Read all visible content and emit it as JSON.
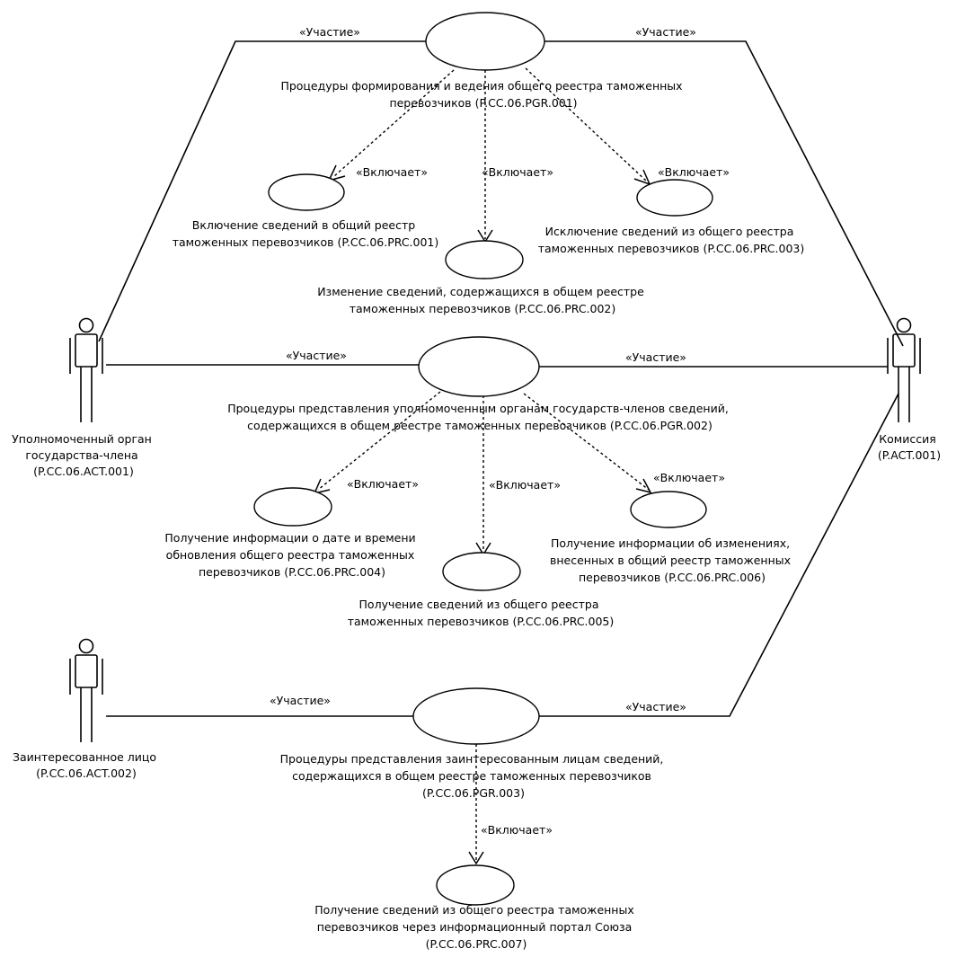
{
  "stereotypes": {
    "participation": "«Участие»",
    "includes": "«Включает»"
  },
  "actors": {
    "member_state_body": [
      "Уполномоченный орган",
      "государства-члена",
      "(P.CC.06.ACT.001)"
    ],
    "commission": [
      "Комиссия",
      "(P.ACT.001)"
    ],
    "interested_person": [
      "Заинтересованное лицо",
      "(P.CC.06.ACT.002)"
    ]
  },
  "usecases": {
    "pgr001": [
      "Процедуры формирования и ведения общего реестра таможенных",
      "перевозчиков (P.CC.06.PGR.001)"
    ],
    "prc001": [
      "Включение сведений в общий реестр",
      "таможенных перевозчиков (P.CC.06.PRC.001)"
    ],
    "prc002": [
      "Изменение сведений, содержащихся в общем реестре",
      "таможенных перевозчиков (P.CC.06.PRC.002)"
    ],
    "prc003": [
      "Исключение сведений из общего реестра",
      "таможенных перевозчиков (P.CC.06.PRC.003)"
    ],
    "pgr002": [
      "Процедуры представления уполномоченным органам государств-членов сведений,",
      "содержащихся в общем реестре таможенных перевозчиков (P.CC.06.PGR.002)"
    ],
    "prc004": [
      "Получение информации о дате и времени",
      "обновления общего реестра таможенных",
      "перевозчиков (P.CC.06.PRC.004)"
    ],
    "prc005": [
      "Получение сведений из общего реестра",
      "таможенных перевозчиков (P.CC.06.PRC.005)"
    ],
    "prc006": [
      "Получение информации об изменениях,",
      "внесенных в общий реестр таможенных",
      "перевозчиков (P.CC.06.PRC.006)"
    ],
    "pgr003": [
      "Процедуры представления заинтересованным лицам сведений,",
      "содержащихся в общем реестре таможенных перевозчиков",
      "(P.CC.06.PGR.003)"
    ],
    "prc007": [
      "Получение сведений из общего реестра таможенных",
      "перевозчиков через информационный портал Союза",
      "(P.CC.06.PRC.007)"
    ]
  }
}
